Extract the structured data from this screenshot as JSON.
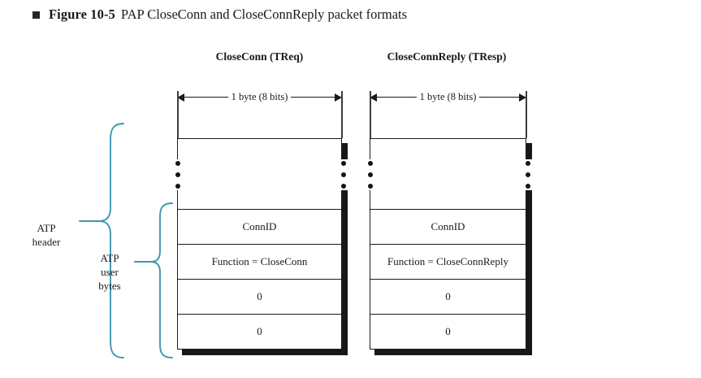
{
  "caption": {
    "bullet": "square-bullet",
    "figure_number": "Figure 10-5",
    "text": "PAP CloseConn and CloseConnReply packet formats"
  },
  "colors": {
    "brace": "#3f97b0",
    "ink": "#1a1a1a",
    "shadow": "#181818",
    "background": "#ffffff"
  },
  "ruler": {
    "label": "1 byte (8 bits)"
  },
  "braces": {
    "outer_label_line1": "ATP",
    "outer_label_line2": "header",
    "inner_label_line1": "ATP",
    "inner_label_line2": "user",
    "inner_label_line3": "bytes"
  },
  "packets": [
    {
      "title": "CloseConn (TReq)",
      "ruler_label": "1 byte (8 bits)",
      "truncated_marker": "vertical-ellipsis",
      "rows": [
        "ConnID",
        "Function = CloseConn",
        "0",
        "0"
      ]
    },
    {
      "title": "CloseConnReply (TResp)",
      "ruler_label": "1 byte (8 bits)",
      "truncated_marker": "vertical-ellipsis",
      "rows": [
        "ConnID",
        "Function = CloseConnReply",
        "0",
        "0"
      ]
    }
  ]
}
